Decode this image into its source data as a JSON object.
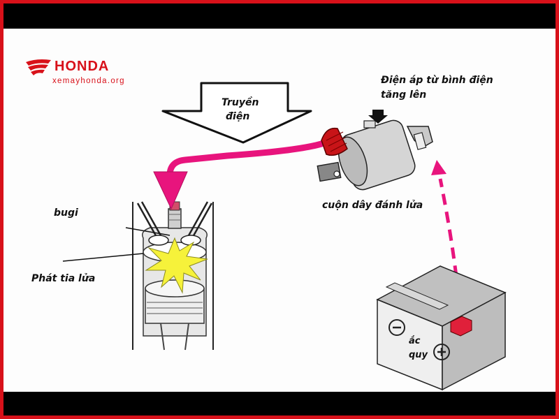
{
  "logo": {
    "brand": "HONDA",
    "website": "xemayhonda.org",
    "color": "#d8111a"
  },
  "diagram": {
    "labels": {
      "truyen_dien_line1": "Truyền",
      "truyen_dien_line2": "điện",
      "dien_ap_line1": "Điện áp từ bình điện",
      "dien_ap_line2": "tăng lên",
      "cuon_day": "cuộn dây đánh lửa",
      "bugi": "bugi",
      "phat_tia_lua": "Phát tia lửa",
      "ac_quy_line1": "ắc",
      "ac_quy_line2": "quy"
    },
    "colors": {
      "current_flow": "#e8147d",
      "frame": "#d8111a",
      "spark": "#f6f23a",
      "terminal": "#e0203a"
    },
    "icons": [
      "honda-wing-icon",
      "arrow-down-icon",
      "spark-icon",
      "minus-icon",
      "plus-icon"
    ]
  }
}
